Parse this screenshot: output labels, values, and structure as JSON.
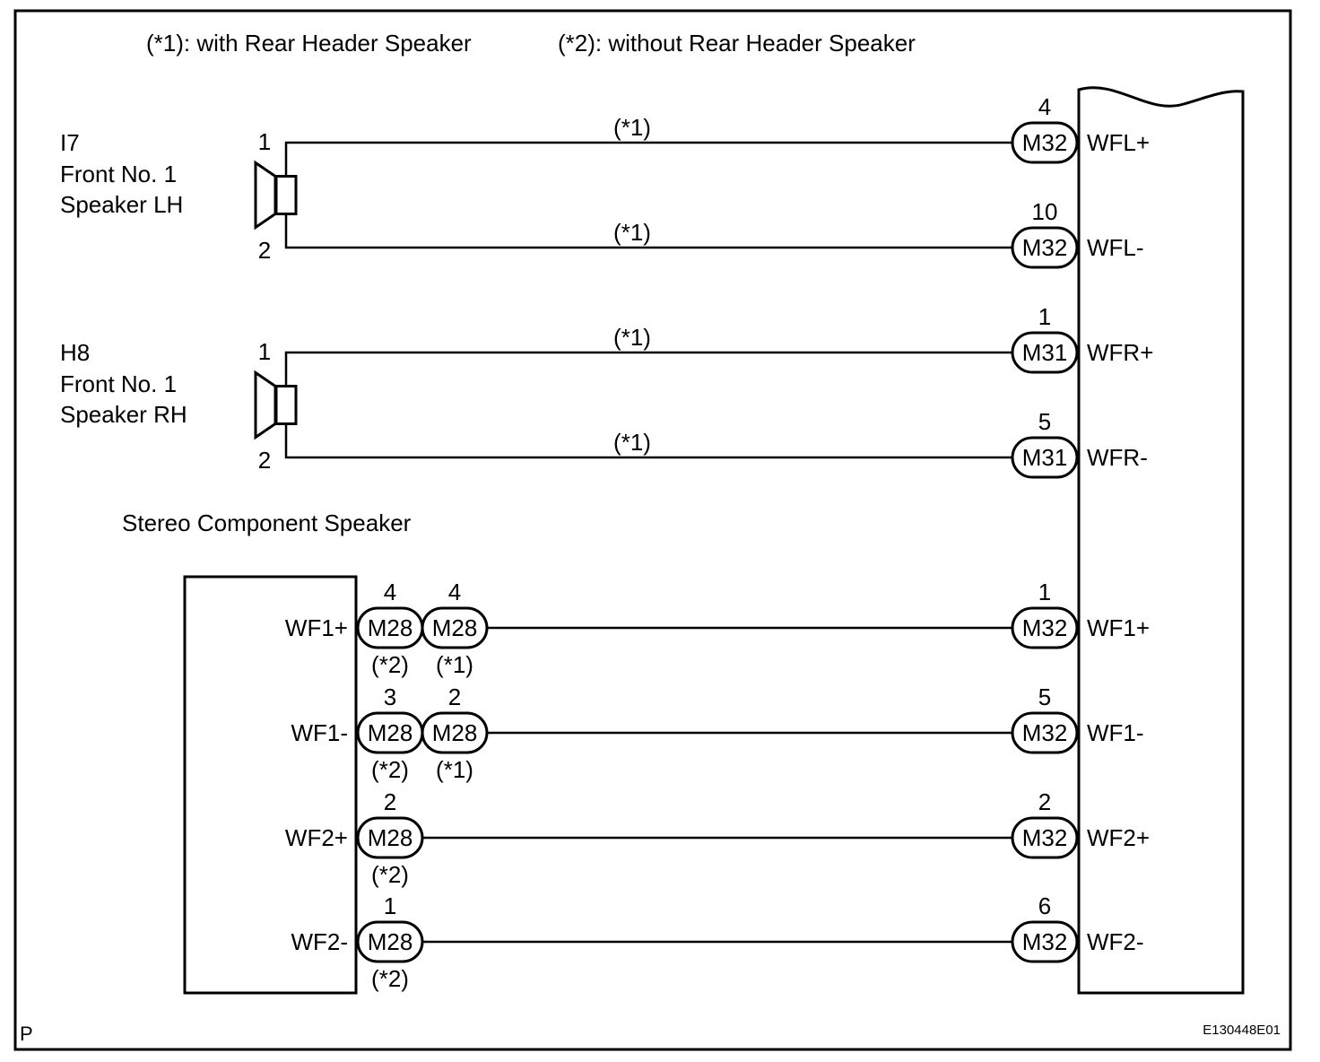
{
  "legend": {
    "note1": "(*1): with Rear Header Speaker",
    "note2": "(*2): without Rear Header Speaker"
  },
  "speakers": [
    {
      "code": "I7",
      "name_line1": "Front No. 1",
      "name_line2": "Speaker LH",
      "pins": [
        "1",
        "2"
      ],
      "wires": [
        {
          "note": "(*1)",
          "pin": "4",
          "conn": "M32",
          "signal": "WFL+"
        },
        {
          "note": "(*1)",
          "pin": "10",
          "conn": "M32",
          "signal": "WFL-"
        }
      ]
    },
    {
      "code": "H8",
      "name_line1": "Front No. 1",
      "name_line2": "Speaker RH",
      "pins": [
        "1",
        "2"
      ],
      "wires": [
        {
          "note": "(*1)",
          "pin": "1",
          "conn": "M31",
          "signal": "WFR+"
        },
        {
          "note": "(*1)",
          "pin": "5",
          "conn": "M31",
          "signal": "WFR-"
        }
      ]
    }
  ],
  "stereo": {
    "title": "Stereo Component Speaker",
    "rows": [
      {
        "label": "WF1+",
        "left": [
          {
            "pin": "4",
            "conn": "M28",
            "note": "(*2)"
          },
          {
            "pin": "4",
            "conn": "M28",
            "note": "(*1)"
          }
        ],
        "right": {
          "pin": "1",
          "conn": "M32",
          "signal": "WF1+"
        }
      },
      {
        "label": "WF1-",
        "left": [
          {
            "pin": "3",
            "conn": "M28",
            "note": "(*2)"
          },
          {
            "pin": "2",
            "conn": "M28",
            "note": "(*1)"
          }
        ],
        "right": {
          "pin": "5",
          "conn": "M32",
          "signal": "WF1-"
        }
      },
      {
        "label": "WF2+",
        "left": [
          {
            "pin": "2",
            "conn": "M28",
            "note": "(*2)"
          }
        ],
        "right": {
          "pin": "2",
          "conn": "M32",
          "signal": "WF2+"
        }
      },
      {
        "label": "WF2-",
        "left": [
          {
            "pin": "1",
            "conn": "M28",
            "note": "(*2)"
          }
        ],
        "right": {
          "pin": "6",
          "conn": "M32",
          "signal": "WF2-"
        }
      }
    ]
  },
  "footer": {
    "page_mark": "P",
    "figure_code": "E130448E01"
  }
}
